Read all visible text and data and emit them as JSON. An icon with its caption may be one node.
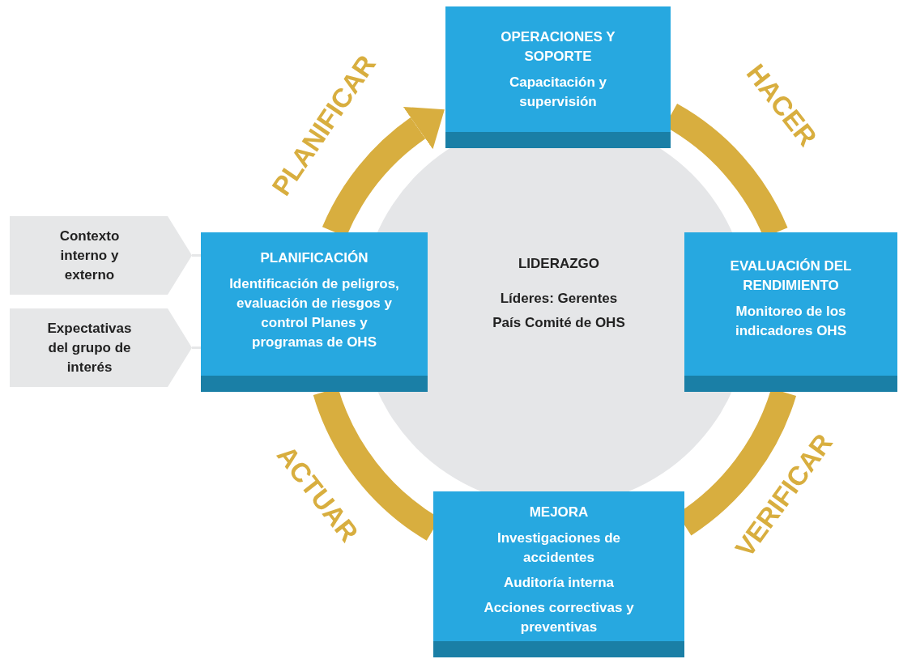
{
  "diagram": {
    "nodes": [
      {
        "text": [
          "OPERACIONES Y SOPORTE",
          "Capacitación y supervisión"
        ]
      },
      {
        "text": [
          "Contexto interno y externo"
        ]
      },
      {
        "text": [
          "PLANIFICACIÓN",
          "Identificación de peligros, evaluación de riesgos y control Planes y programas de OHS"
        ]
      },
      {
        "text": [
          "LIDERAZGO",
          "Líderes: Gerentes",
          "País Comité de OHS"
        ]
      },
      {
        "text": [
          "EVALUACIÓN DEL RENDIMIENTO",
          "Monitoreo de los indicadores OHS"
        ]
      },
      {
        "text": [
          "Expectativas del grupo de interés"
        ]
      },
      {
        "text": [
          "MEJORA",
          "Investigaciones de accidentes",
          "Auditoría interna",
          "Acciones correctivas y preventivas"
        ]
      }
    ],
    "edges": [
      {
        "from": 2,
        "to": 0,
        "arrow": "to",
        "label": "PLANIFICAR"
      },
      {
        "from": 0,
        "to": 4,
        "arrow": "none",
        "label": "HACER"
      },
      {
        "from": 4,
        "to": 6,
        "arrow": "none",
        "label": "VERIFICAR"
      },
      {
        "from": 6,
        "to": 2,
        "arrow": "none",
        "label": "ACTUAR"
      },
      {
        "from": 1,
        "to": 2,
        "arrow": "none",
        "color": "#e6e7e8"
      },
      {
        "from": 5,
        "to": 2,
        "arrow": "none",
        "color": "#e6e7e8"
      }
    ]
  }
}
